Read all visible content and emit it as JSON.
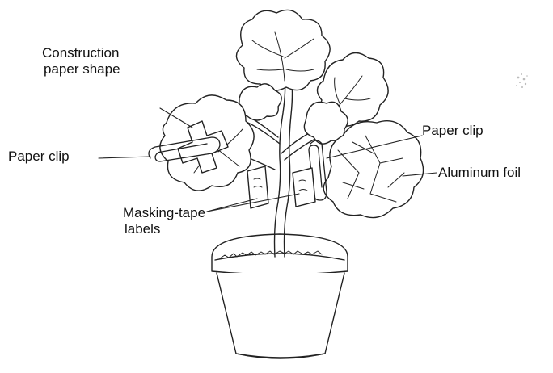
{
  "labels": {
    "construction_paper_shape_line1": "Construction",
    "construction_paper_shape_line2": "paper shape",
    "paper_clip_left": "Paper clip",
    "paper_clip_right": "Paper clip",
    "aluminum_foil": "Aluminum foil",
    "masking_tape_line1": "Masking-tape",
    "masking_tape_line2": "labels"
  }
}
